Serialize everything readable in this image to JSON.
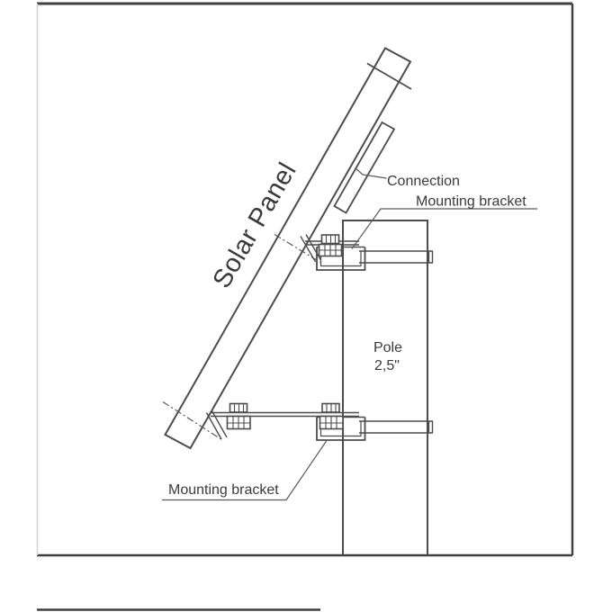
{
  "canvas": {
    "background": "#ffffff",
    "line_color": "#4c4c4c",
    "text_color": "#3a3a3a",
    "frame_color": "#3f3f3f",
    "faint_edge_color": "#d4d4d4",
    "leader_color": "#5a5a5a"
  },
  "diagram": {
    "type": "technical-line-drawing",
    "subject": "solar panel pole mounting",
    "labels": {
      "solar_panel": "Solar Panel",
      "connection": "Connection",
      "mounting_bracket_top": "Mounting bracket",
      "mounting_bracket_bottom": "Mounting bracket",
      "pole_line1": "Pole",
      "pole_line2": "2,5\""
    }
  }
}
